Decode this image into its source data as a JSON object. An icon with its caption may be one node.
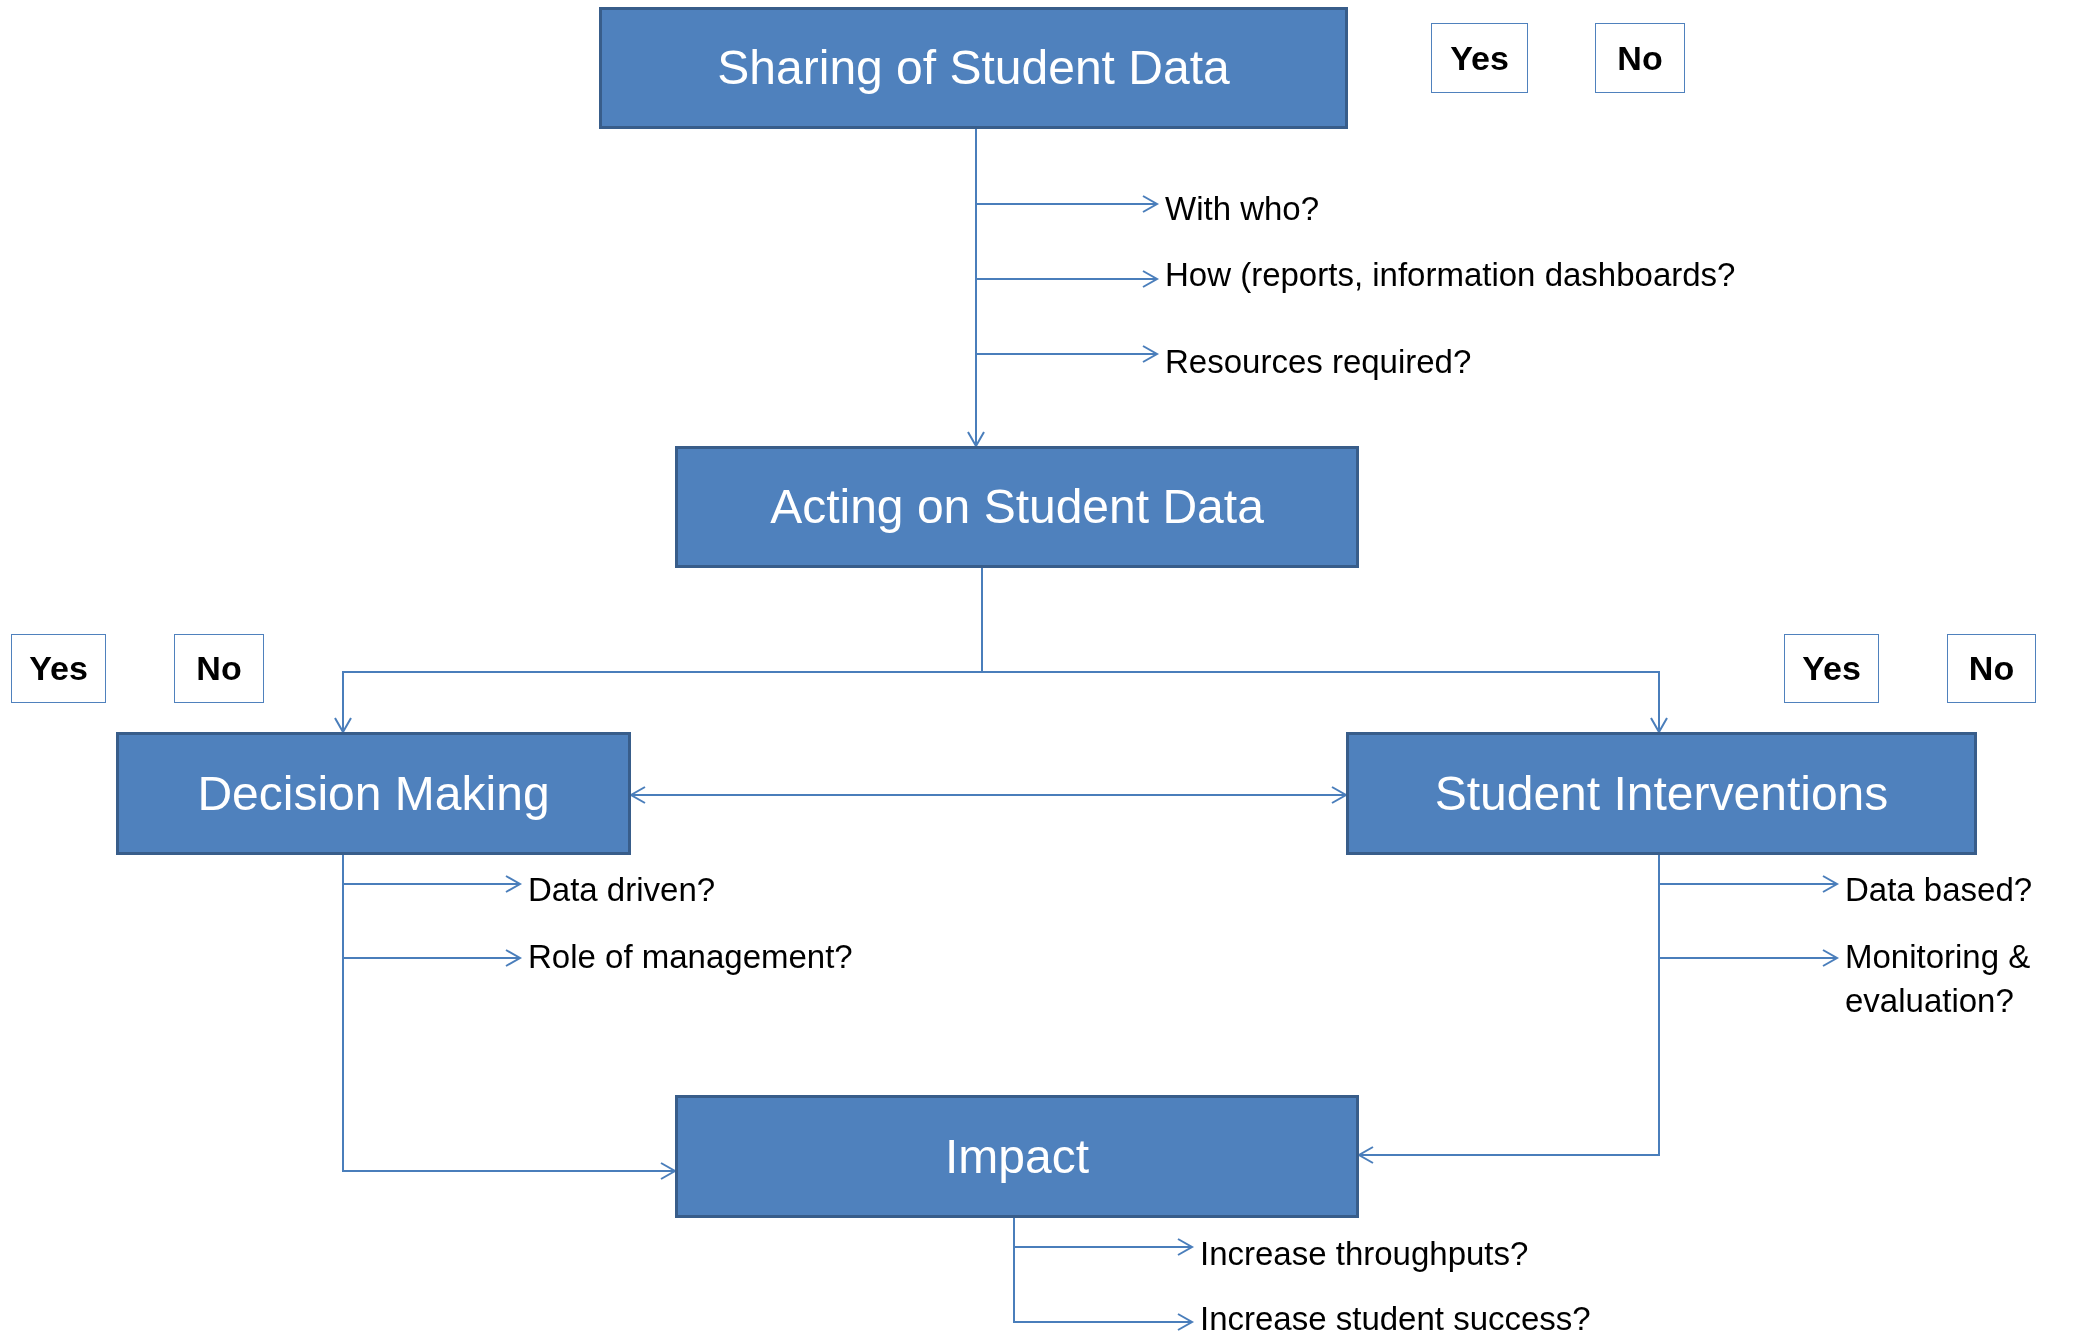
{
  "diagram": {
    "nodes": [
      {
        "text": [
          "Sharing of Student Data"
        ]
      },
      {
        "text": [
          "Yes"
        ]
      },
      {
        "text": [
          "No"
        ]
      },
      {
        "text": [
          "With who?"
        ]
      },
      {
        "text": [
          "How (reports, information dashboards?"
        ]
      },
      {
        "text": [
          "Resources required?"
        ]
      },
      {
        "text": [
          "Acting on Student Data"
        ]
      },
      {
        "text": [
          "Yes"
        ]
      },
      {
        "text": [
          "No"
        ]
      },
      {
        "text": [
          "Decision Making"
        ]
      },
      {
        "text": [
          "Yes"
        ]
      },
      {
        "text": [
          "No"
        ]
      },
      {
        "text": [
          "Student Interventions"
        ]
      },
      {
        "text": [
          "Data driven?"
        ]
      },
      {
        "text": [
          "Role of management?"
        ]
      },
      {
        "text": [
          "Data based?"
        ]
      },
      {
        "text": [
          "Monitoring & evaluation?"
        ]
      },
      {
        "text": [
          "Impact"
        ]
      },
      {
        "text": [
          "Increase throughputs?"
        ]
      },
      {
        "text": [
          "Increase student success?"
        ]
      }
    ],
    "edges": [
      {
        "from": 0,
        "to": 6,
        "arrow": "to"
      },
      {
        "from": 0,
        "to": 3,
        "arrow": "to"
      },
      {
        "from": 0,
        "to": 4,
        "arrow": "to"
      },
      {
        "from": 0,
        "to": 5,
        "arrow": "to"
      },
      {
        "from": 6,
        "to": 9,
        "arrow": "to"
      },
      {
        "from": 6,
        "to": 12,
        "arrow": "to"
      },
      {
        "from": 9,
        "to": 12,
        "arrow": "both"
      },
      {
        "from": 9,
        "to": 13,
        "arrow": "to"
      },
      {
        "from": 9,
        "to": 14,
        "arrow": "to"
      },
      {
        "from": 9,
        "to": 17,
        "arrow": "to"
      },
      {
        "from": 12,
        "to": 15,
        "arrow": "to"
      },
      {
        "from": 12,
        "to": 16,
        "arrow": "to"
      },
      {
        "from": 12,
        "to": 17,
        "arrow": "to"
      },
      {
        "from": 17,
        "to": 18,
        "arrow": "to"
      },
      {
        "from": 17,
        "to": 19,
        "arrow": "to"
      }
    ]
  }
}
